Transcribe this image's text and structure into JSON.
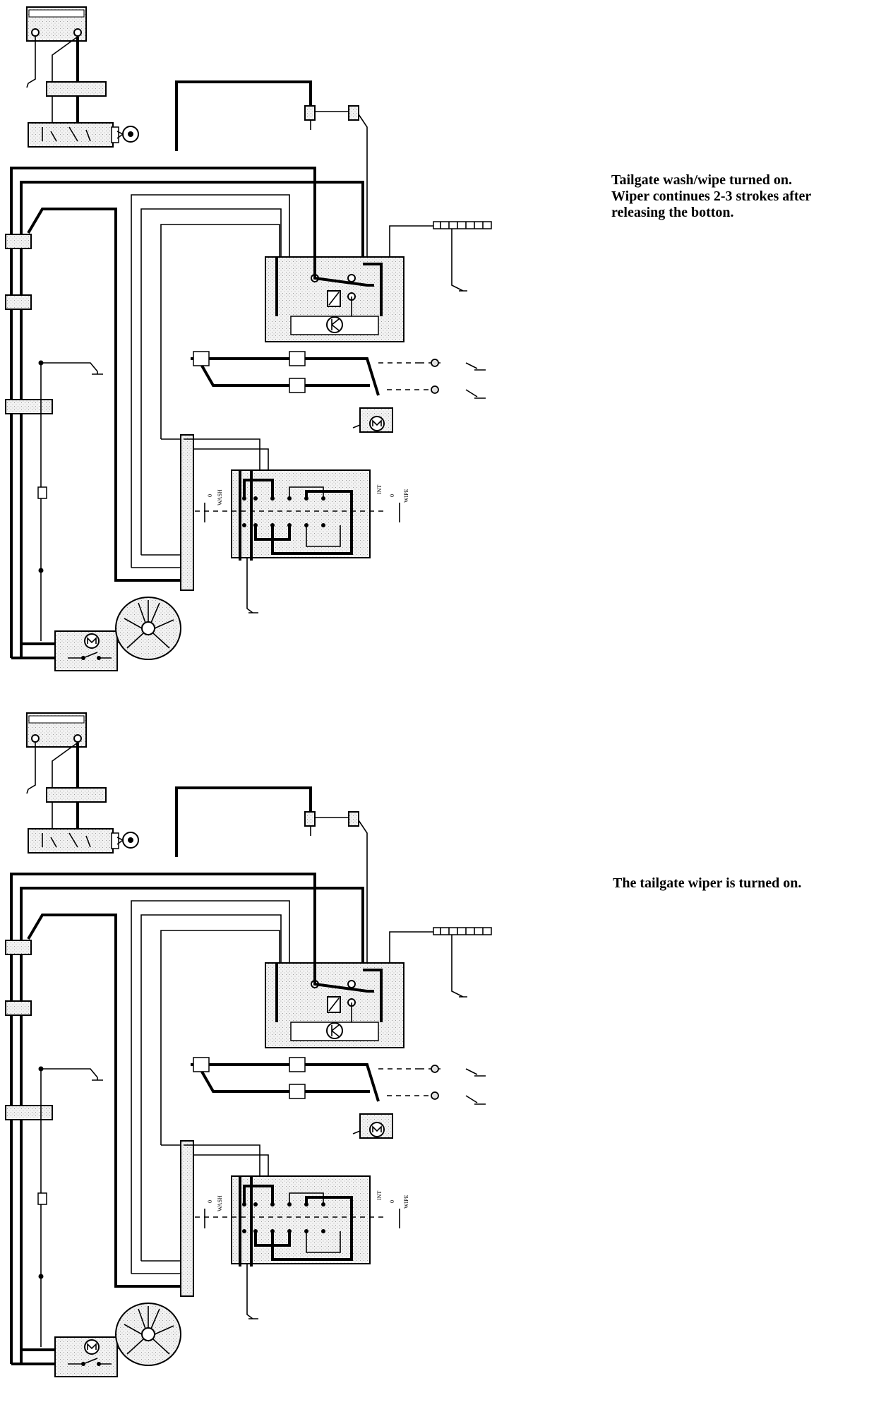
{
  "diagrams": [
    {
      "caption_lines": [
        "Tailgate wash/wipe turned on.",
        "Wiper continues 2-3 strokes after",
        "releasing the botton."
      ],
      "switch_labels": [
        "0",
        "WASH",
        "INT",
        "0",
        "WIPE"
      ],
      "motor_symbol": "M",
      "relay_symbol": "K",
      "state": "wash-wipe"
    },
    {
      "caption_lines": [
        "The tailgate wiper is turned on."
      ],
      "switch_labels": [
        "0",
        "WASH",
        "INT",
        "0",
        "WIPE"
      ],
      "motor_symbol": "M",
      "relay_symbol": "K",
      "state": "wipe"
    }
  ],
  "colors": {
    "line": "#000000",
    "shading": "#e2e2e2",
    "background": "#ffffff"
  }
}
